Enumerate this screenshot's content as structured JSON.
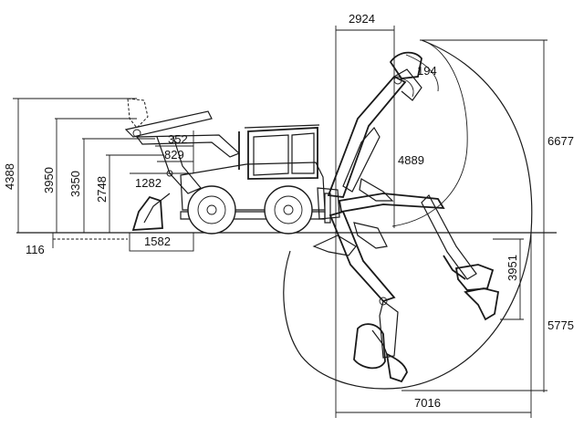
{
  "dimensions": {
    "d2924": "2924",
    "d194": "194",
    "d6677": "6677",
    "d4889": "4889",
    "d4388": "4388",
    "d3950": "3950",
    "d3350": "3350",
    "d2748": "2748",
    "d352": "352",
    "d829": "829",
    "d1282": "1282",
    "d116": "116",
    "d1582": "1582",
    "d3951": "3951",
    "d5775": "5775",
    "d7016": "7016"
  },
  "colors": {
    "line": "#1a1a1a",
    "background": "#ffffff"
  }
}
